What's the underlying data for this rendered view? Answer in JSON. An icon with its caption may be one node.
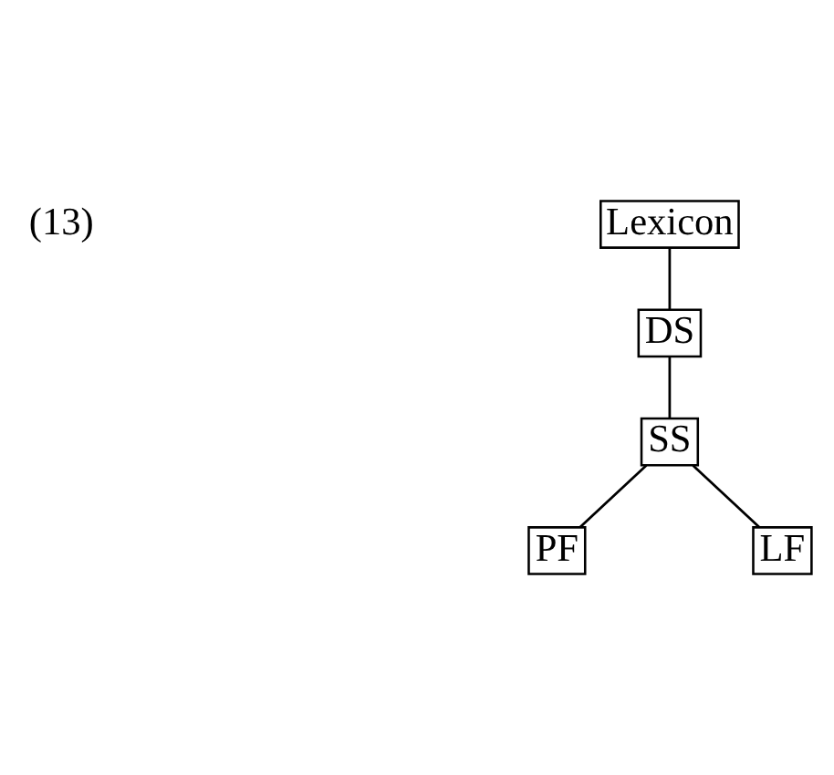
{
  "diagram": {
    "nodes": [
      {
        "text": [
          "Lexicon"
        ]
      },
      {
        "text": [
          "DS"
        ]
      },
      {
        "text": [
          "SS"
        ]
      },
      {
        "text": [
          "PF"
        ]
      },
      {
        "text": [
          "LF"
        ]
      }
    ],
    "edges": [
      {
        "from": 0,
        "to": 1,
        "arrow": "none"
      },
      {
        "from": 1,
        "to": 2,
        "arrow": "none"
      },
      {
        "from": 2,
        "to": 3,
        "arrow": "none"
      },
      {
        "from": 2,
        "to": 4,
        "arrow": "none"
      }
    ],
    "labels": [
      "(13)"
    ]
  }
}
